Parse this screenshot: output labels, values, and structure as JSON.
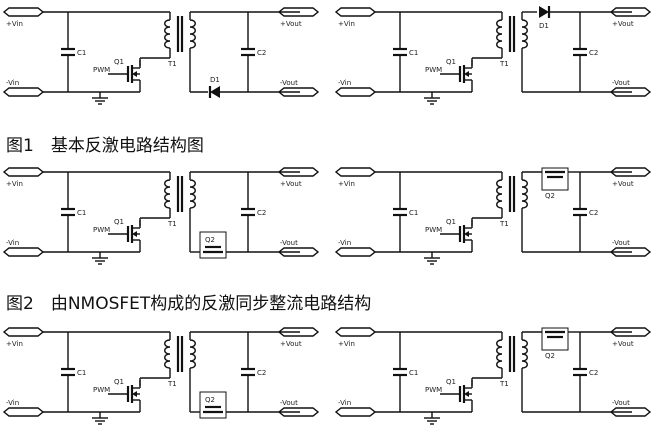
{
  "captions": {
    "fig1": "图1　基本反激电路结构图",
    "fig2": "图2　由NMOSFET构成的反激同步整流电路结构"
  },
  "labels": {
    "vin_pos": "+Vin",
    "vin_neg": "-Vin",
    "vout_pos": "+Vout",
    "vout_neg": "-Vout",
    "c1": "C1",
    "c2": "C2",
    "q1": "Q1",
    "q2": "Q2",
    "t1": "T1",
    "d1": "D1",
    "pwm": "PWM"
  },
  "circuits": [
    {
      "id": "fig1-left",
      "rectifier": "diode-low"
    },
    {
      "id": "fig1-right",
      "rectifier": "diode-high"
    },
    {
      "id": "fig2-left",
      "rectifier": "mosfet-low"
    },
    {
      "id": "fig2-right",
      "rectifier": "mosfet-high"
    },
    {
      "id": "fig3-left",
      "rectifier": "mosfet-low"
    },
    {
      "id": "fig3-right",
      "rectifier": "mosfet-high"
    }
  ]
}
